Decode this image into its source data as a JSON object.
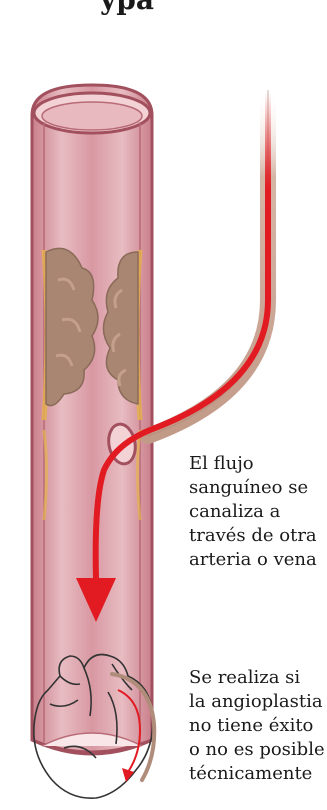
{
  "title_fragment": "ypa",
  "captions": {
    "flow": {
      "lines": [
        "El flujo",
        "sanguíneo se",
        "canaliza a",
        "través de otra",
        "arteria o vena"
      ]
    },
    "surgery": {
      "lines": [
        "Se realiza si",
        "la angioplastia",
        "no tiene éxito",
        "o no es posible",
        "técnicamente"
      ]
    }
  },
  "colors": {
    "vessel_fill": "#e3b1b8",
    "vessel_wall": "#a2505d",
    "vessel_inner": "#b86b77",
    "plaque": "#a88672",
    "plaque_highlight": "#c4a08b",
    "graft": "#c8a391",
    "blood_arrow": "#e21b22",
    "fat_streak": "#e6b34a"
  },
  "icons": {
    "vessel": "artery-with-plaque-illustration",
    "graft": "bypass-graft-illustration",
    "heart": "heart-outline-icon"
  }
}
